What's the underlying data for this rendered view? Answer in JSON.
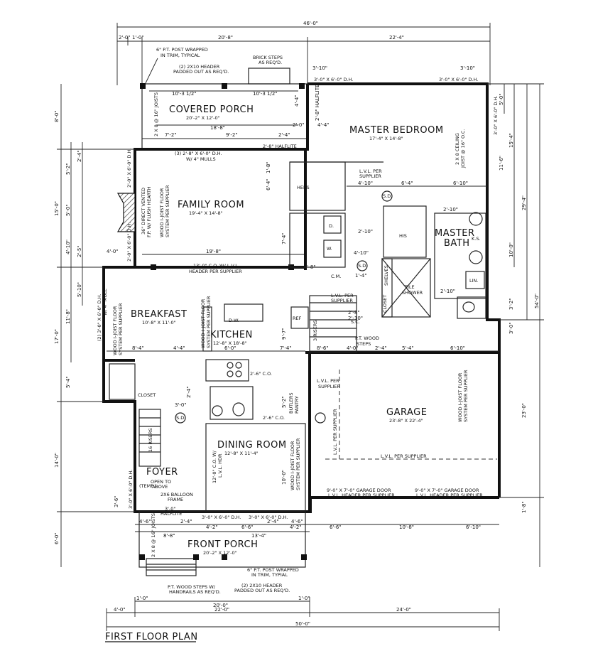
{
  "title": "FIRST FLOOR PLAN",
  "rooms": [
    {
      "key": "covered-porch",
      "name": "COVERED PORCH",
      "size": "20'-2\" X 12'-0\""
    },
    {
      "key": "master-bedroom",
      "name": "MASTER BEDROOM",
      "size": "17'-4\" X 14'-8\""
    },
    {
      "key": "family-room",
      "name": "FAMILY ROOM",
      "size": "19'-4\" X 14'-8\""
    },
    {
      "key": "master-bath",
      "name": "MASTER BATH",
      "size": ""
    },
    {
      "key": "breakfast",
      "name": "BREAKFAST",
      "size": "10'-8\" X 11'-0\""
    },
    {
      "key": "kitchen",
      "name": "KITCHEN",
      "size": "12'-8\" X 18'-8\""
    },
    {
      "key": "garage",
      "name": "GARAGE",
      "size": "23'-8\" X 22'-4\""
    },
    {
      "key": "dining-room",
      "name": "DINING ROOM",
      "size": "12'-8\" X 11'-4\""
    },
    {
      "key": "foyer",
      "name": "FOYER",
      "size": ""
    },
    {
      "key": "front-porch",
      "name": "FRONT PORCH",
      "size": "20'-2\" X 12'-0\""
    }
  ],
  "labels": {
    "post_top_1": "6\" P.T. POST WRAPPED",
    "post_top_2": "IN TRIM, TYPICAL",
    "header_top_1": "(2) 2X10 HEADER",
    "header_top_2": "PADDED OUT AS REQ'D.",
    "brick_1": "BRICK STEPS",
    "brick_2": "AS REQ'D.",
    "porch_joist": "2 X 8 @ 16\" JOISTS",
    "mulls_1": "(3) 2'-8\" X 6'-0\" D.H.",
    "mulls_2": "W/ 4\" MULLS",
    "halflite_a": "2'-8\" HALFLITE",
    "halflite_b": "2'-8\" HALFLITE",
    "fireplace_1": "36\" DIRECT VENTED",
    "fireplace_2": "F.P. W/ FLUSH HEARTH",
    "fr_joist_1": "WOOD I-JOIST FLOOR",
    "fr_joist_2": "SYSTEM PER SUPPLIER",
    "hers": "HERS",
    "his": "HIS",
    "lvl_closet_1": "L.V.L. PER",
    "lvl_closet_2": "SUPPLIER",
    "sd_1": "S.D.",
    "sd_2": "S.D.",
    "sd_3": "S.D.",
    "ceiling_1": "2 X 8 CEILING",
    "ceiling_2": "JOIST @ 16\" O.C.",
    "ks": "K.S.",
    "lin": "LIN.",
    "d": "D.",
    "w": "W.",
    "tile_1": "TILE",
    "tile_2": "SHOWER",
    "cm": "C.M.",
    "shelves": "SHELVES",
    "closet_a": "CLOSET",
    "closet_b": "CLOSET",
    "lvl_stair_1": "L.V.L. PER",
    "lvl_stair_2": "SUPPLIER",
    "risers_a": "3 RISERS",
    "sc": "S.C.",
    "ref": "REF",
    "dw": "D.W.",
    "pt_steps_1": "P.T. WOOD",
    "pt_steps_2": "STEPS",
    "header_lvl_1": "13'-0\" C.O. W/ L.V.L.",
    "header_lvl_2": "HEADER PER SUPPLIER",
    "bk_joist_1": "WOOD I-JOIST FLOOR",
    "bk_joist_2": "SYSTEM PER SUPPLIER",
    "kit_joist_1": "WOOD I-JOIST FLOOR",
    "kit_joist_2": "SYSTEM PER SUPPLIER",
    "window_bk_1": "(2) 3'-0\" X 6'-0\" D.H.",
    "window_bk_2": "W/ 4\" MULL",
    "co_1": "2'-6\" C.O.",
    "co_2": "2'-6\" C.O.",
    "butlers_1": "BUTLERS",
    "butlers_2": "PANTRY",
    "lvl_garage_1": "L.V.L. PER",
    "lvl_garage_2": "SUPPLIER",
    "garage_lvl_vert": "L.V.L. PER SUPPLIER",
    "garage_joist_1": "WOOD I-JOIST FLOOR",
    "garage_joist_2": "SYSTEM PER SUPPLIER",
    "garage_lvl_horiz": "L.V.L. PER SUPPLIER",
    "garage_door_l_1": "9'-0\" X 7'-0\" GARAGE DOOR",
    "garage_door_l_2": "L.V.L. HEADER PER SUPPLIER",
    "garage_door_r_1": "9'-0\" X 7'-0\" GARAGE DOOR",
    "garage_door_r_2": "L.V.L. HEADER PER SUPPLIER",
    "risers_b": "16 RISERS",
    "open_1": "OPEN TO",
    "open_2": "ABOVE",
    "balloon_1": "2X6 BALLOON",
    "balloon_2": "FRAME",
    "temp": "(TEMP.)",
    "halflite_c_1": "3'-0\"",
    "halflite_c_2": "HALFLITE",
    "dr_co_1": "12'-0\" C.O. W/",
    "dr_co_2": "L.V.L. HDR",
    "dr_joist_1": "WOOD I-JOIST FLOOR",
    "dr_joist_2": "SYSTEM PER SUPPLIER",
    "front_joist": "2 X 8 @ 16\" JOISTS",
    "front_steps_1": "P.T. WOOD STEPS W/",
    "front_steps_2": "HANDRAILS AS REQ'D.",
    "front_header_1": "(2) 2X10 HEADER",
    "front_header_2": "PADDED OUT AS REQ'D.",
    "front_post_1": "6\" P.T. POST WRAPPED",
    "front_post_2": "IN TRIM, TYPIAL"
  },
  "dims": {
    "top_overall": "46'-0\"",
    "top_left_a": "2'-0\"",
    "top_left_b": "1'-0\"",
    "top_mid": "20'-8\"",
    "top_right": "22'-4\"",
    "porch_split_a": "10'-3 1/2\"",
    "porch_split_b": "10'-3 1/2\"",
    "porch_inner": "18'-8\"",
    "porch_b1": "7'-2\"",
    "porch_b2": "9'-2\"",
    "porch_b3": "2'-4\"",
    "mb_win_a": "3'-10\"",
    "mb_win_b": "3'-10\"",
    "mb_win_a2": "3'-0\" X 6'-0\" D.H.",
    "mb_win_b2": "3'-0\" X 6'-0\" D.H.",
    "mb_side_a": "4'-4\"",
    "mb_side_b": "2'-0\"",
    "mb_side_c": "4'-4\"",
    "mb_d1": "4'-10\"",
    "mb_d2": "6'-4\"",
    "mb_d3": "6'-10\"",
    "cl_d1": "2'-10\"",
    "cl_d2": "2'-10\"",
    "cl_d3": "4'-10\"",
    "cl_d4": "2'-10\"",
    "mb_win_side": "3'-0\" X 6'-0\" D.H.",
    "fr_bot": "19'-8\"",
    "fr_left_dim": "4'-0\"",
    "fr_dim_a": "6'-4\"",
    "fr_dim_b": "7'-4\"",
    "fr_dim_c": "1'-8\"",
    "fr_dim_d": "2'-8\"",
    "left_8": "8'-0\"",
    "left_15": "15'-0\"",
    "left_17": "17'-0\"",
    "left_14": "14'-0\"",
    "left_6": "6'-0\"",
    "left_5_2": "5'-2\"",
    "left_2_4": "2'-4\"",
    "left_5_0": "5'-0\"",
    "left_4_10": "4'-10\"",
    "left_2_5": "2'-5\"",
    "left_5_10": "5'-10\"",
    "left_11_8": "11'-8\"",
    "left_5_4": "5'-4\"",
    "left_3_6": "3'-6\"",
    "win_l1": "2'-0\" X 6'-0\" D.H.",
    "win_l2": "2'-0\" X 6'-0\" D.H.",
    "win_l3": "3'-0\" X 6'-0\" D.H.",
    "right_5_0": "5'-0\"",
    "right_11_6": "11'-6\"",
    "right_15_4": "15'-4\"",
    "right_29_4": "29'-4\"",
    "right_54": "54'-0\"",
    "right_10_0": "10'-0\"",
    "right_3_2": "3'-2\"",
    "right_3_0": "3'-0\"",
    "right_23": "23'-0\"",
    "right_1_8": "1'-8\"",
    "mid_4_2": "4'-2\"",
    "mid_10_0": "10'-0\"",
    "mid_8_6": "8'-6\"",
    "mid_4_0": "4'-0\"",
    "mid_2_4": "2'-4\"",
    "mid_5_4": "5'-4\"",
    "mid_6_10": "6'-10\"",
    "mid_2_10": "2'-10\"",
    "mid_1_4": "1'-4\"",
    "mid_2_8": "2'-8\"",
    "kit_8_4": "8'-4\"",
    "kit_4_4": "4'-4\"",
    "kit_6_0": "6'-0\"",
    "kit_7_4": "7'-4\"",
    "kit_9_7": "9'-7\"",
    "kit_5_2": "5'-2\"",
    "kit_2_4": "2'-4\"",
    "dr_10_0": "10'-0\"",
    "dr_3_0": "3'-0\"",
    "front_win": "3'-0\" X 6'-0\" D.H.",
    "front_win_b": "3'-0\" X 6'-0\" D.H.",
    "fp_1": "4'-6\"",
    "fp_2": "2'-4\"",
    "fp_3": "6'-6\"",
    "fp_4": "2'-4\"",
    "fp_5": "4'-6\"",
    "fp_6": "8'-8\"",
    "fp_7": "4'-2\"",
    "fp_8": "13'-4\"",
    "fp_9": "4'-2\"",
    "fp_10": "6'-6\"",
    "fp_11": "10'-8\"",
    "fp_12": "6'-10\"",
    "bot_1a": "1'-0\"",
    "bot_1b": "1'-0\"",
    "bot_20": "20'-0\"",
    "bot_4": "4'-0\"",
    "bot_22": "22'-0\"",
    "bot_24": "24'-0\"",
    "bot_overall": "50'-0\""
  }
}
